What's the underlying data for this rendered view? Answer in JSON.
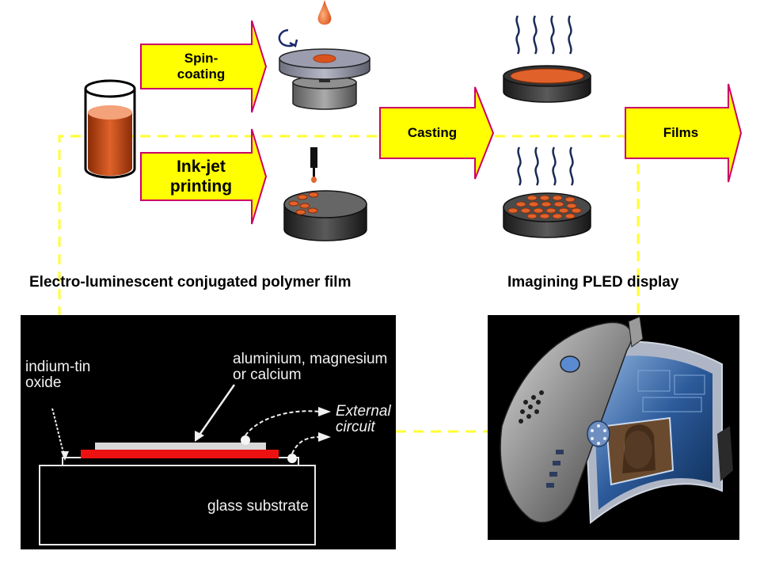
{
  "steps": {
    "spin_coating": "Spin-\ncoating",
    "inkjet_printing": "Ink-jet\nprinting",
    "casting": "Casting",
    "films": "Films"
  },
  "captions": {
    "left": "Electro-luminescent conjugated polymer film",
    "right": "Imagining PLED display"
  },
  "device_diagram": {
    "indium_tin_oxide": "indium-tin\noxide",
    "metal_layer": "aluminium, magnesium\nor calcium",
    "external_circuit": "External\ncircuit",
    "glass_substrate": "glass substrate"
  },
  "colors": {
    "arrow_fill": "#ffff00",
    "arrow_border": "#cc0066",
    "dashed_line": "#ffff33",
    "polymer": "#d9531e",
    "emissive_layer": "#ee1111"
  }
}
